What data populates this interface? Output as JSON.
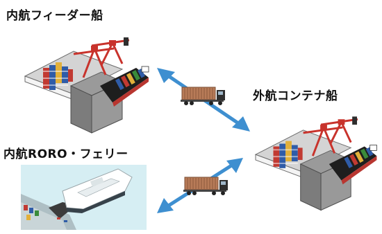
{
  "labels": {
    "feeder": "内航フィーダー船",
    "ocean": "外航コンテナ船",
    "roro": "内航RORO・フェリー"
  },
  "colors": {
    "arrow": "#3E8FD0",
    "crane": "#C8332C",
    "hull_dark": "#2E2E2E",
    "quay_gray": "#8E8E8E",
    "sea_light": "#D6EEF3",
    "truck_container": "#B87B58"
  },
  "icons": {
    "feeder": "port-crane-ship-icon",
    "ocean": "port-crane-ship-icon",
    "roro": "roro-ferry-photo",
    "truck": "container-truck-icon",
    "arrow": "double-headed-arrow-icon"
  }
}
